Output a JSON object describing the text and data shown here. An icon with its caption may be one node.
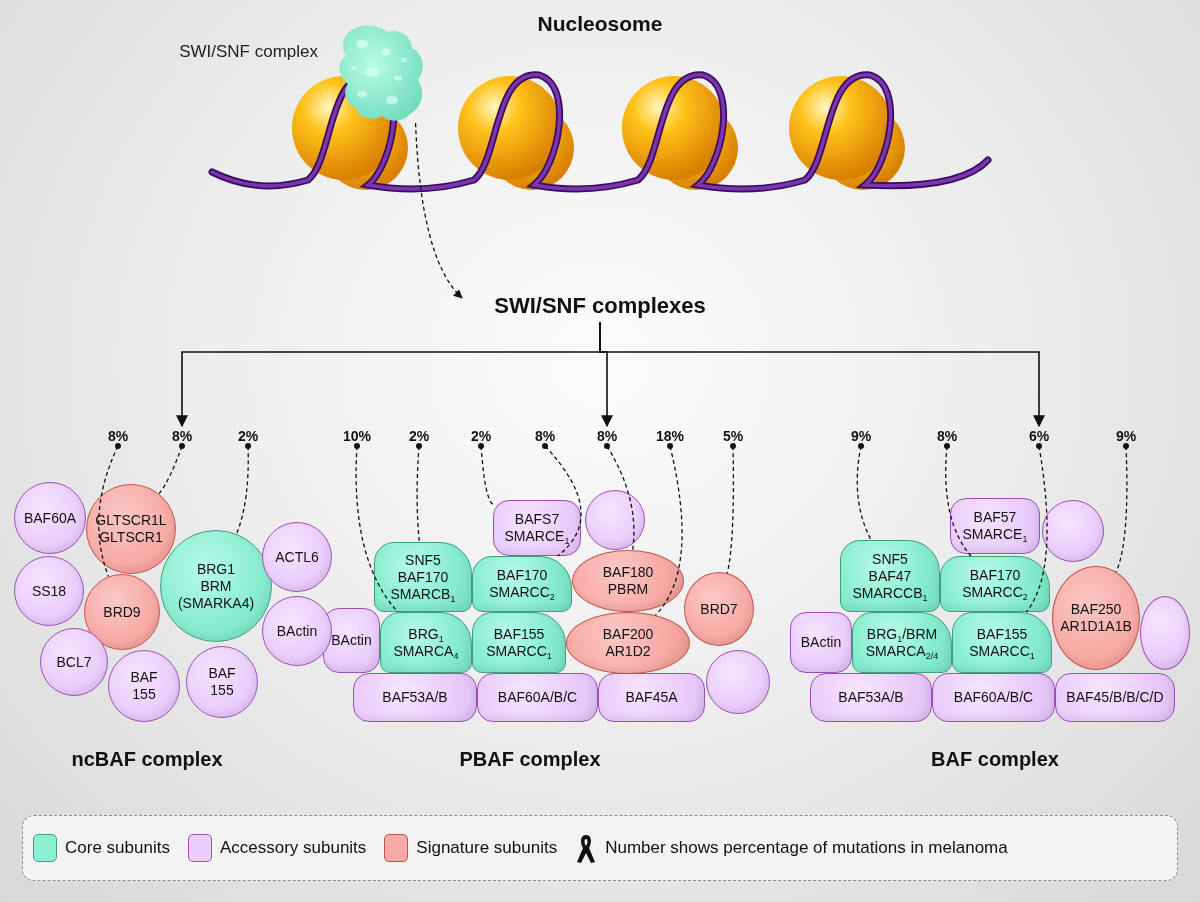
{
  "diagram": {
    "title": "Nucleosome",
    "nodes": [
      {
        "text": [],
        "shape": "cloud",
        "beside": [
          "SWI/SNF complex"
        ]
      },
      {
        "text": [
          "SWI/SNF complexes"
        ]
      },
      {
        "text": [
          "8%"
        ]
      },
      {
        "text": [
          "8%"
        ]
      },
      {
        "text": [
          "2%"
        ]
      },
      {
        "text": [
          "BAF60A"
        ]
      },
      {
        "text": [
          "GLTSCR1L GLTSCR1"
        ]
      },
      {
        "text": [
          "BRG1 BRM (SMARKA4)"
        ]
      },
      {
        "text": [
          "ACTL6"
        ]
      },
      {
        "text": [
          "SS18"
        ]
      },
      {
        "text": [
          "BRD9"
        ]
      },
      {
        "text": [
          "BActin"
        ]
      },
      {
        "text": [
          "BCL7"
        ]
      },
      {
        "text": [
          "BAF 155"
        ]
      },
      {
        "text": [
          "BAF 155"
        ]
      },
      {
        "text": [
          "10%"
        ]
      },
      {
        "text": [
          "2%"
        ]
      },
      {
        "text": [
          "2%"
        ]
      },
      {
        "text": [
          "8%"
        ]
      },
      {
        "text": [
          "8%"
        ]
      },
      {
        "text": [
          "18%"
        ]
      },
      {
        "text": [
          "5%"
        ]
      },
      {
        "text": [
          "BAFS7 SMARCE$_{1}$"
        ]
      },
      {
        "text": [],
        "shape": "circle"
      },
      {
        "text": [
          "SNF5 BAF170 SMARCB$_{1}$"
        ]
      },
      {
        "text": [
          "BAF170 SMARCC$_{2}$"
        ]
      },
      {
        "text": [
          "BAF180 PBRM"
        ]
      },
      {
        "text": [
          "BRD7"
        ]
      },
      {
        "text": [
          "BActin"
        ]
      },
      {
        "text": [
          "BRG$_{1}$ SMARCA$_{4}$"
        ]
      },
      {
        "text": [
          "BAF155 SMARCC$_{1}$"
        ]
      },
      {
        "text": [
          "BAF200 AR1D2"
        ]
      },
      {
        "text": [],
        "shape": "circle"
      },
      {
        "text": [
          "BAF53A/B"
        ]
      },
      {
        "text": [
          "BAF60A/B/C"
        ]
      },
      {
        "text": [
          "BAF45A"
        ]
      },
      {
        "text": [
          "9%"
        ]
      },
      {
        "text": [
          "8%"
        ]
      },
      {
        "text": [
          "6%"
        ]
      },
      {
        "text": [
          "9%"
        ]
      },
      {
        "text": [
          "BAF57 SMARCE$_{1}$"
        ]
      },
      {
        "text": [],
        "shape": "circle"
      },
      {
        "text": [
          "SNF5 BAF47 SMARCCB$_{1}$"
        ]
      },
      {
        "text": [
          "BAF170 SMARCC$_{2}$"
        ]
      },
      {
        "text": [
          "BAF250 AR1D1A1B"
        ]
      },
      {
        "text": [],
        "shape": "circle"
      },
      {
        "text": [
          "BActin"
        ]
      },
      {
        "text": [
          "BRG$_{1}$/BRM SMARCA$_{2/4}$"
        ]
      },
      {
        "text": [
          "BAF155 SMARCC$_{1}$"
        ]
      },
      {
        "text": [
          "BAF53A/B"
        ]
      },
      {
        "text": [
          "BAF60A/B/C"
        ]
      },
      {
        "text": [
          "BAF45/B/B/C/D"
        ]
      }
    ],
    "edges": [
      {
        "from": 0,
        "to": 1,
        "arrow": "to",
        "style": "dashed"
      },
      {
        "from": 1,
        "to": 3,
        "arrow": "to"
      },
      {
        "from": 1,
        "to": 19,
        "arrow": "to"
      },
      {
        "from": 1,
        "to": 38,
        "arrow": "to"
      },
      {
        "from": 2,
        "to": 10,
        "arrow": "other",
        "style": "dashed"
      },
      {
        "from": 3,
        "to": 6,
        "arrow": "other",
        "style": "dashed"
      },
      {
        "from": 4,
        "to": 7,
        "arrow": "other",
        "style": "dashed"
      },
      {
        "from": 15,
        "to": 29,
        "arrow": "other",
        "style": "dashed"
      },
      {
        "from": 16,
        "to": 24,
        "arrow": "other",
        "style": "dashed"
      },
      {
        "from": 17,
        "to": 22,
        "arrow": "other",
        "style": "dashed"
      },
      {
        "from": 18,
        "to": 25,
        "arrow": "other",
        "style": "dashed"
      },
      {
        "from": 19,
        "to": 26,
        "arrow": "other",
        "style": "dashed"
      },
      {
        "from": 20,
        "to": 31,
        "arrow": "other",
        "style": "dashed"
      },
      {
        "from": 21,
        "to": 27,
        "arrow": "other",
        "style": "dashed"
      },
      {
        "from": 36,
        "to": 42,
        "arrow": "other",
        "style": "dashed"
      },
      {
        "from": 37,
        "to": 43,
        "arrow": "other",
        "style": "dashed"
      },
      {
        "from": 38,
        "to": 48,
        "arrow": "other",
        "style": "dashed"
      },
      {
        "from": 39,
        "to": 44,
        "arrow": "other",
        "style": "dashed"
      }
    ],
    "labels": [
      "ncBAF complex",
      "PBAF complex",
      "BAF complex"
    ],
    "legend": [
      {
        "text": "Core subunits",
        "color": "#8ef0d2"
      },
      {
        "text": "Accessory subunits",
        "color": "#eacdfb"
      },
      {
        "text": "Signature subunits",
        "color": "#f7aaa6"
      },
      {
        "text": "Number shows percentage of mutations in melanoma"
      }
    ]
  }
}
